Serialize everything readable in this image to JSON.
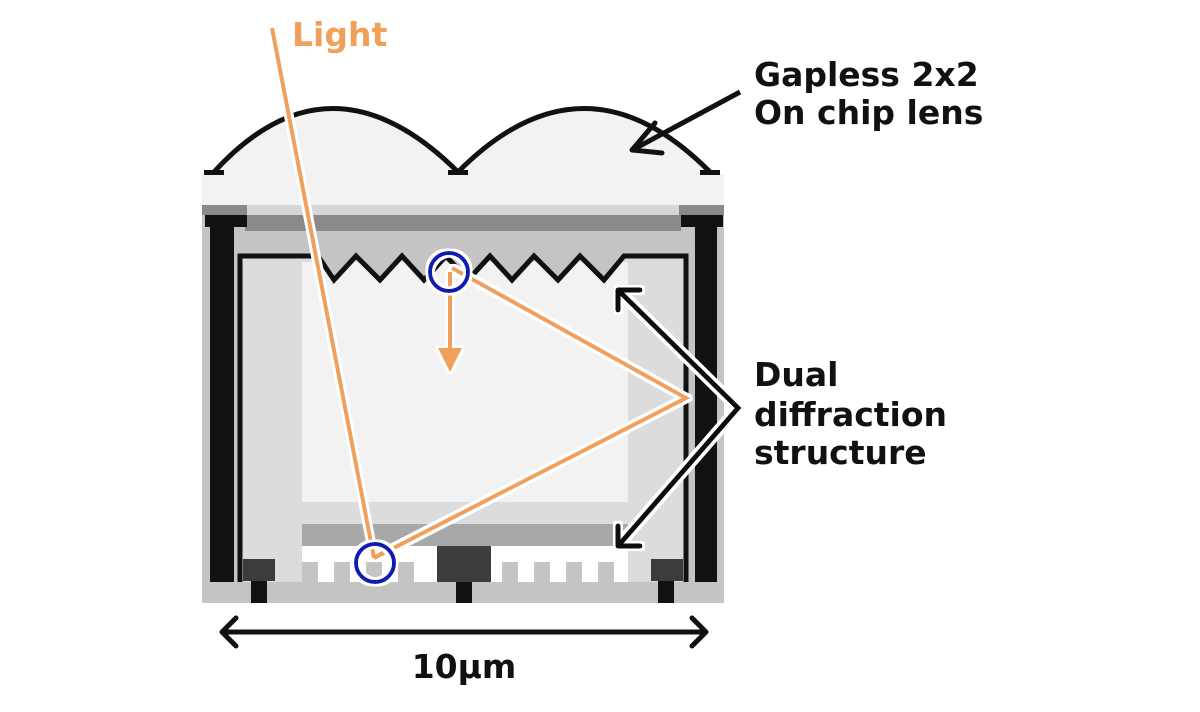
{
  "diagram": {
    "title": "Pixel cross-section with gapless 2x2 on-chip lens and dual diffraction structure",
    "labels": {
      "light": "Light",
      "lens_line1": "Gapless 2x2",
      "lens_line2": "On chip lens",
      "diffraction_line1": "Dual",
      "diffraction_line2": "diffraction",
      "diffraction_line3": "structure",
      "scale": "10µm"
    },
    "colors": {
      "light_ray": "#f0a05a",
      "highlight_circle": "#0b1ab4",
      "outline": "#111111",
      "lens_fill": "#f2f2f2",
      "frame_gray": "#c4c4c4",
      "dark_gray": "#8a8a8a",
      "mid_gray": "#a8a8a8",
      "inner_light": "#dcdcdc",
      "inner_center": "#f2f2f2",
      "electrode_dark": "#3c3c3c"
    },
    "components": [
      "on-chip-lens",
      "color-filter-layer",
      "light-shield-walls",
      "upper-diffraction-grating",
      "lower-diffraction-grating",
      "photodiode",
      "transfer-gates"
    ]
  }
}
